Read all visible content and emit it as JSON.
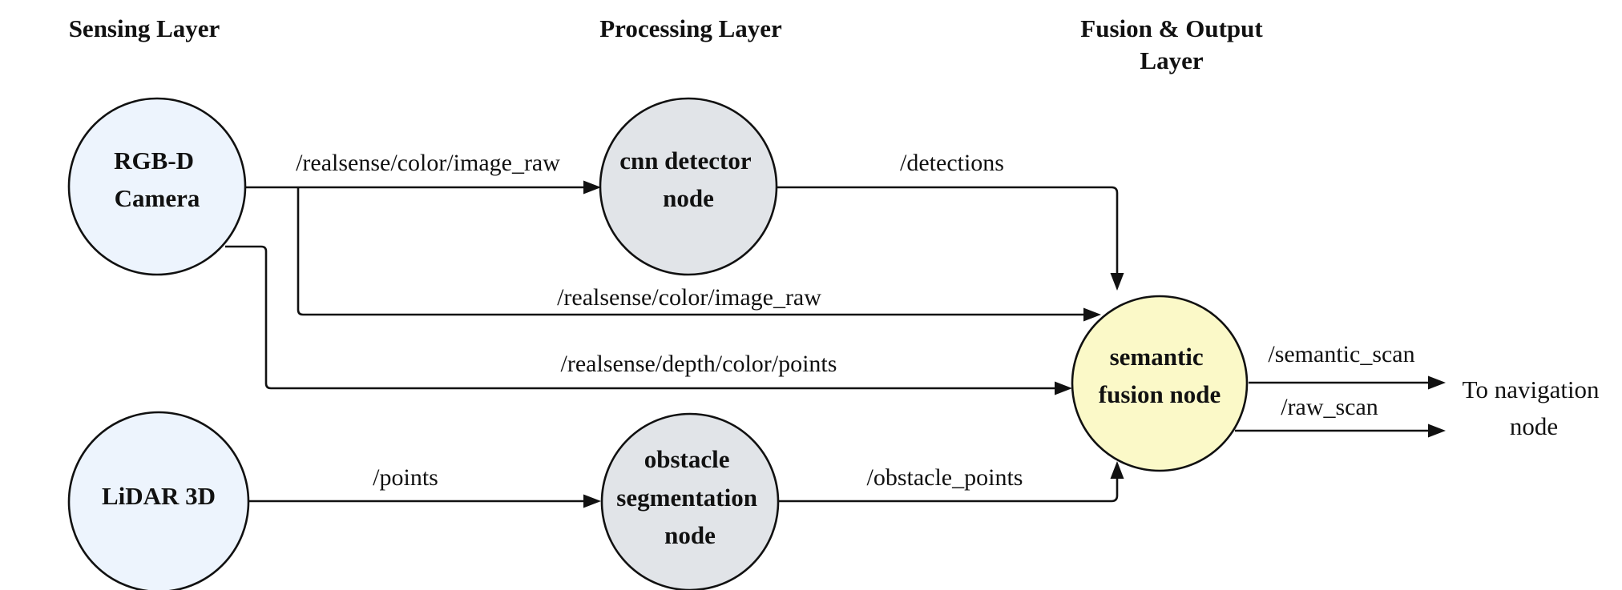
{
  "colors": {
    "sensor_fill": "#EDF4FD",
    "processor_fill": "#E1E4E8",
    "fusion_fill": "#FBF9C8",
    "stroke": "#111111"
  },
  "layers": [
    {
      "id": "sensing",
      "title": "Sensing Layer"
    },
    {
      "id": "processing",
      "title": "Processing Layer"
    },
    {
      "id": "fusion",
      "title": "Fusion & Output Layer"
    }
  ],
  "nodes": [
    {
      "id": "rgbd",
      "kind": "sensor",
      "label": [
        "RGB-D",
        "Camera"
      ]
    },
    {
      "id": "lidar",
      "kind": "sensor",
      "label": [
        "LiDAR 3D"
      ]
    },
    {
      "id": "cnn",
      "kind": "processor",
      "label": [
        "cnn detector",
        "node"
      ]
    },
    {
      "id": "obstacle",
      "kind": "processor",
      "label": [
        "obstacle",
        "segmentation",
        "node"
      ]
    },
    {
      "id": "fusion",
      "kind": "fusion",
      "label": [
        "semantic",
        "fusion node"
      ]
    }
  ],
  "edges": [
    {
      "id": "rgb-to-cnn",
      "from": "rgbd",
      "to": "cnn",
      "label": "/realsense/color/image_raw"
    },
    {
      "id": "rgb-to-fusion",
      "from": "rgbd",
      "to": "fusion",
      "label": "/realsense/color/image_raw"
    },
    {
      "id": "depth-to-fusion",
      "from": "rgbd",
      "to": "fusion",
      "label": "/realsense/depth/color/points"
    },
    {
      "id": "detections",
      "from": "cnn",
      "to": "fusion",
      "label": "/detections"
    },
    {
      "id": "points",
      "from": "lidar",
      "to": "obstacle",
      "label": "/points"
    },
    {
      "id": "obstacle-points",
      "from": "obstacle",
      "to": "fusion",
      "label": "/obstacle_points"
    },
    {
      "id": "semantic-scan",
      "from": "fusion",
      "to": "navigation",
      "label": "/semantic_scan"
    },
    {
      "id": "raw-scan",
      "from": "fusion",
      "to": "navigation",
      "label": "/raw_scan"
    }
  ],
  "output": {
    "label": [
      "To navigation",
      "node"
    ]
  }
}
